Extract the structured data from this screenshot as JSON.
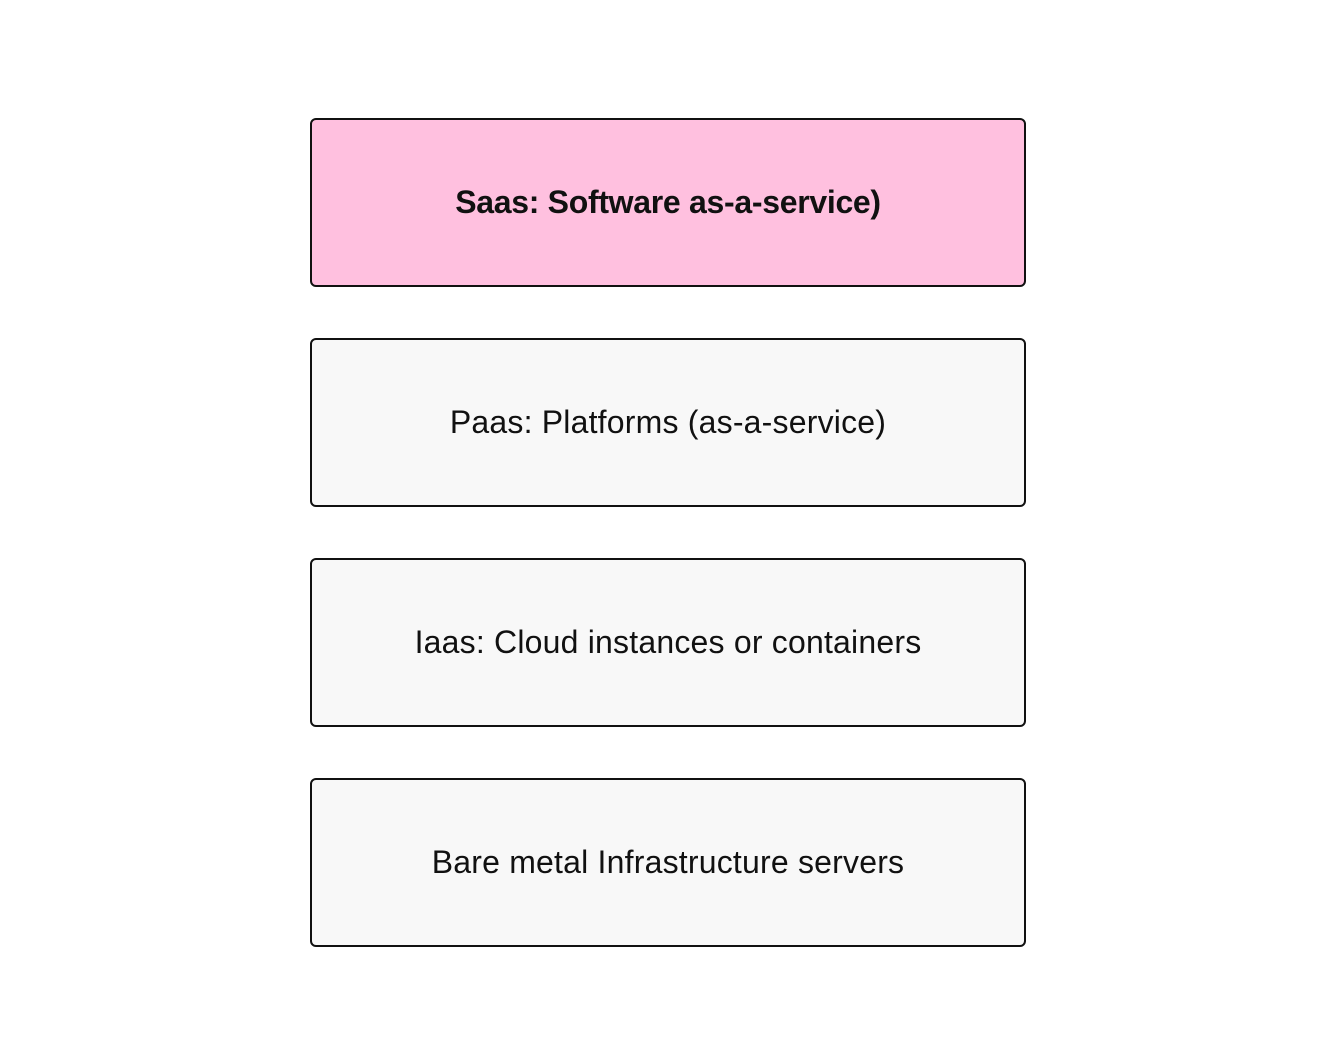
{
  "diagram": {
    "layers": [
      {
        "id": "saas",
        "label": "Saas: Software as-a-service)",
        "highlighted": true,
        "fill": "#ffc0df"
      },
      {
        "id": "paas",
        "label": "Paas: Platforms (as-a-service)",
        "highlighted": false,
        "fill": "#f8f8f8"
      },
      {
        "id": "iaas",
        "label": "Iaas: Cloud instances or containers",
        "highlighted": false,
        "fill": "#f8f8f8"
      },
      {
        "id": "bare-metal",
        "label": "Bare metal Infrastructure servers",
        "highlighted": false,
        "fill": "#f8f8f8"
      }
    ],
    "colors": {
      "border": "#111111",
      "text": "#111111",
      "highlight": "#ffc0df",
      "default_fill": "#f8f8f8",
      "background": "#ffffff"
    }
  }
}
